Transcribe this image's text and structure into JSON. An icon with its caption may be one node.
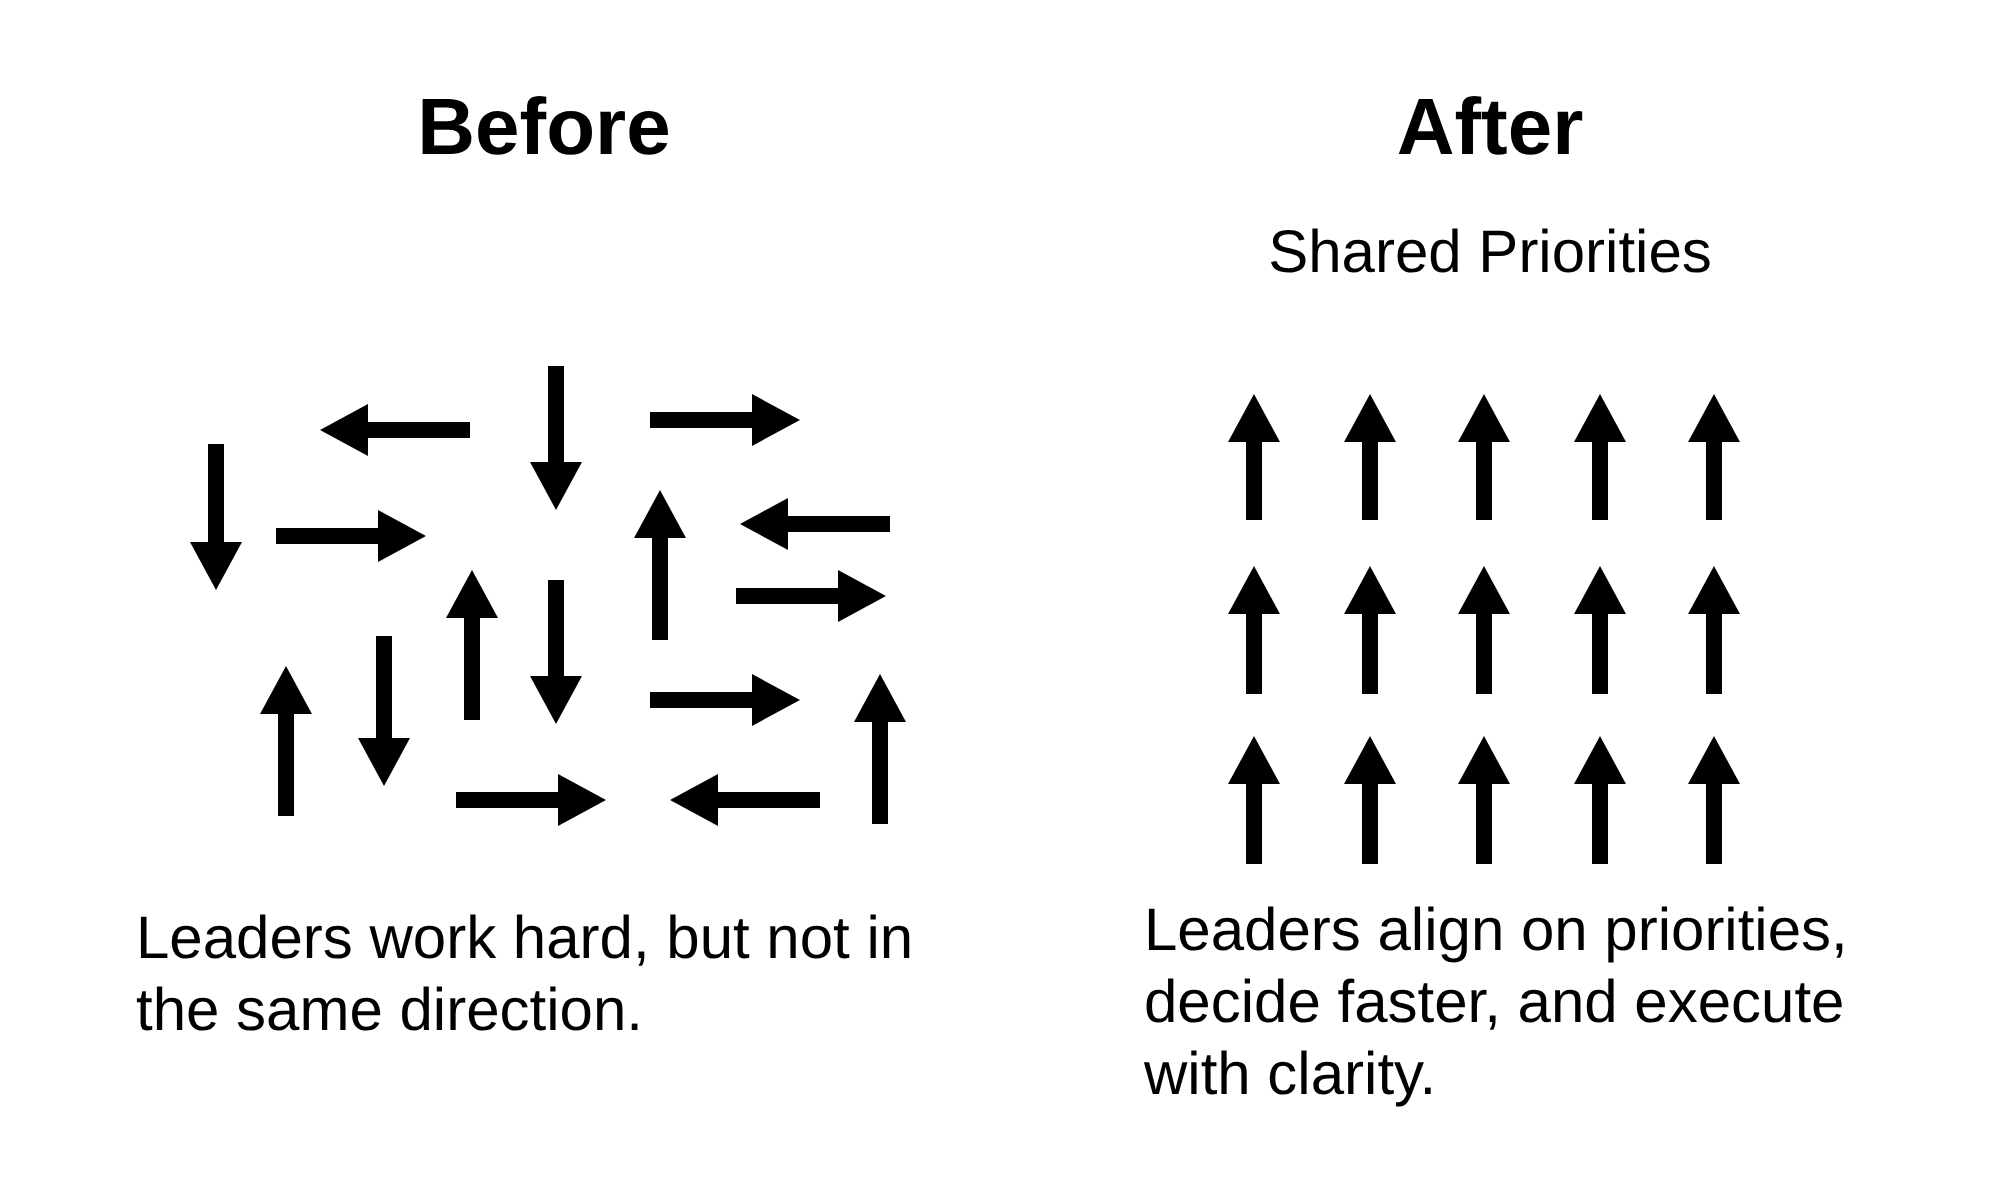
{
  "diagram": {
    "labels": [
      "Before",
      "After",
      "Shared Priorities",
      "Leaders work hard, but not in the same direction.",
      "Leaders align on priorities, decide faster, and execute with clarity."
    ]
  }
}
